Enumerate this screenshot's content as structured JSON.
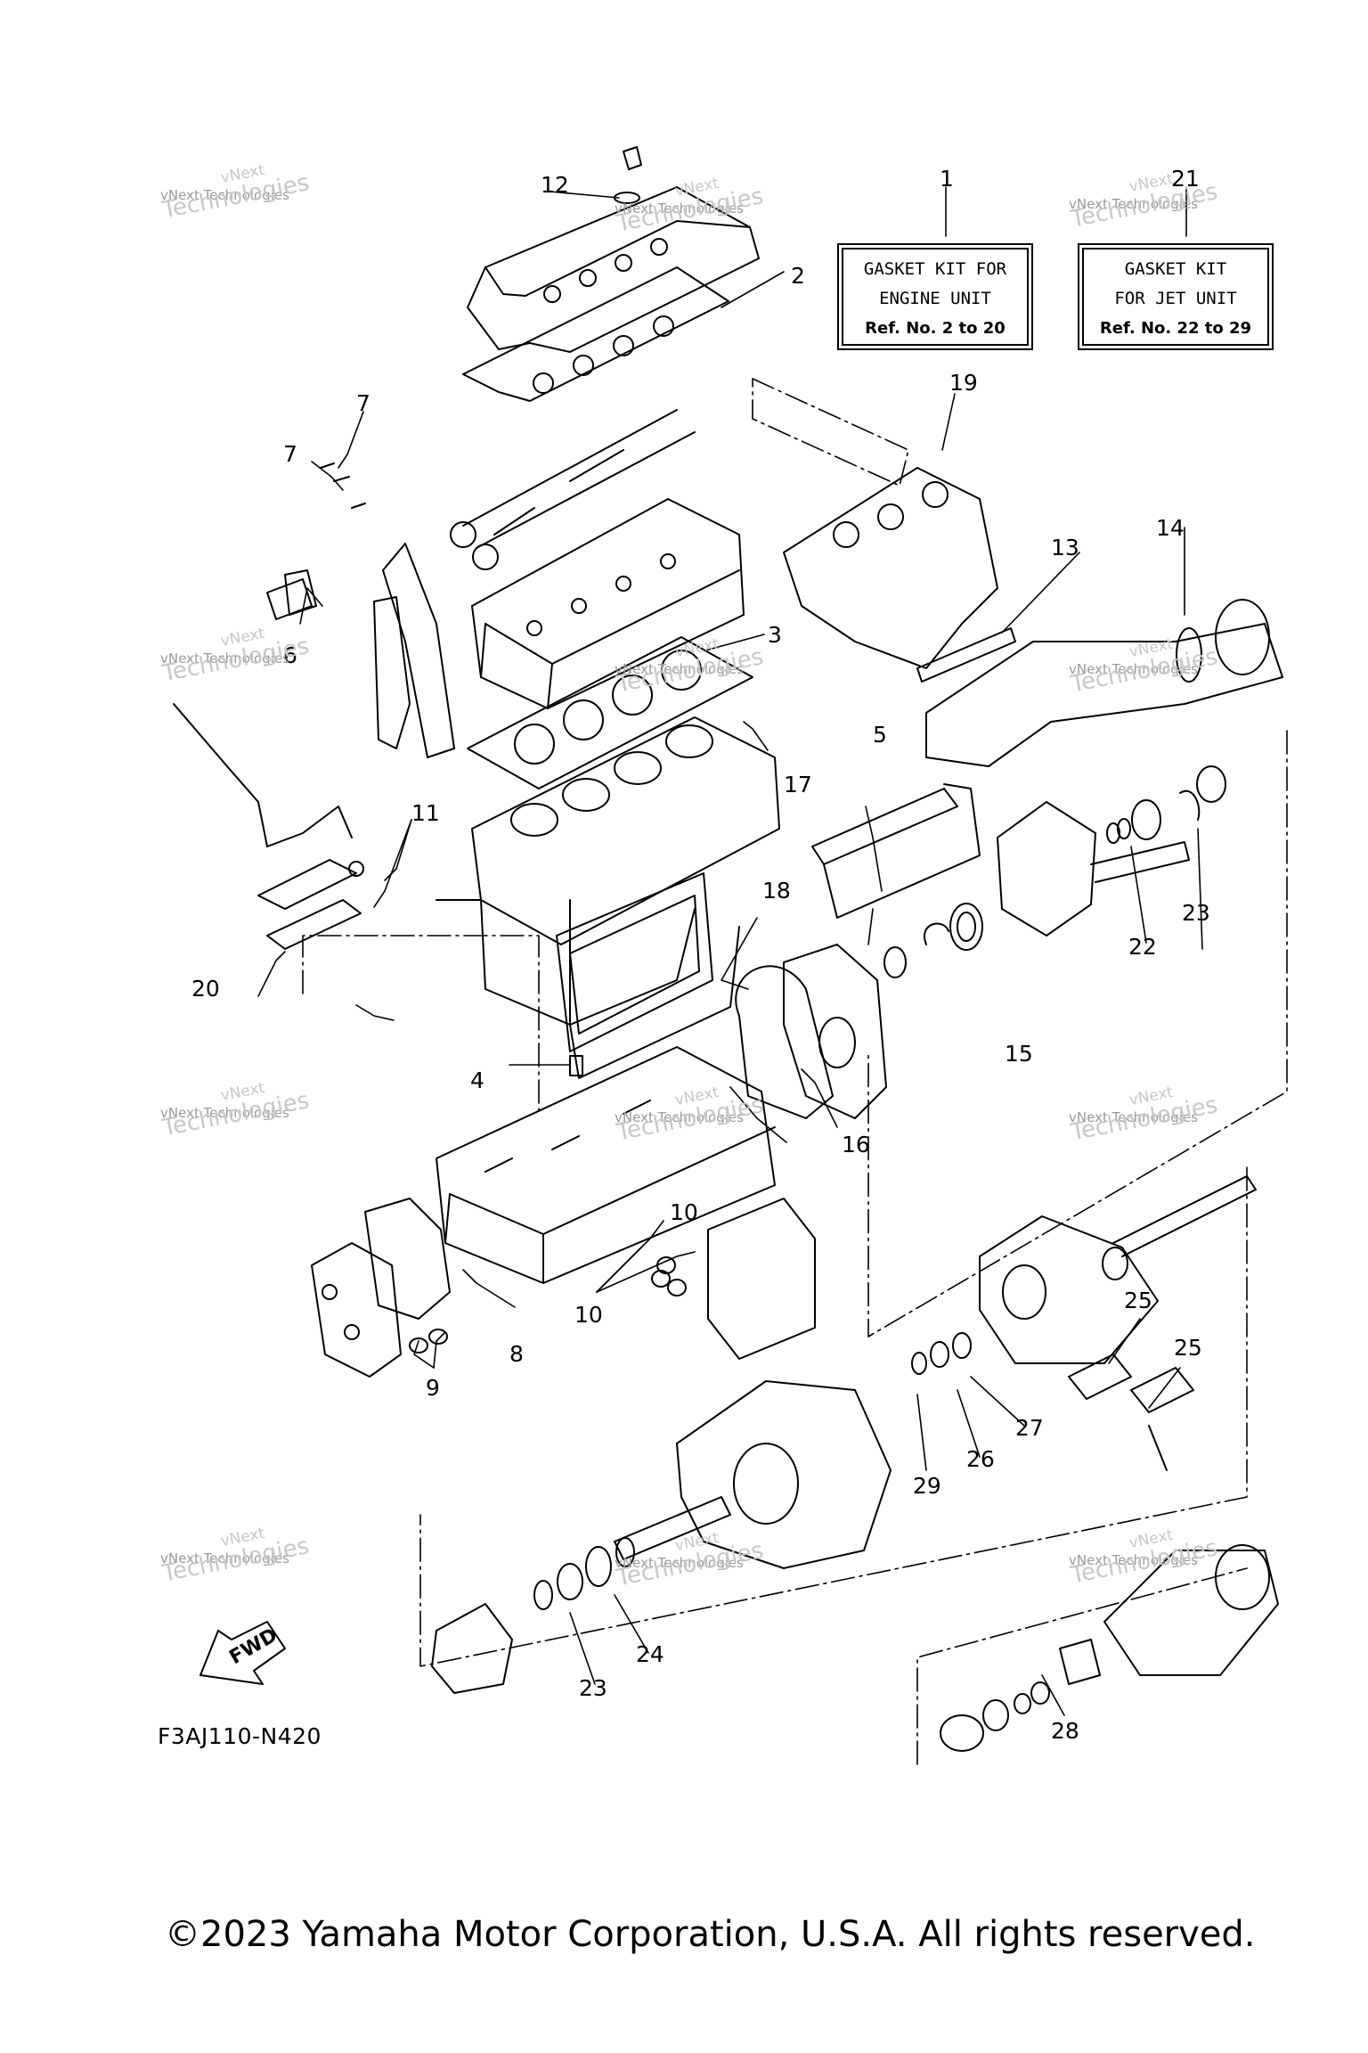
{
  "kits": [
    {
      "ref_no": "1",
      "lines": [
        "GASKET KIT FOR",
        "ENGINE UNIT",
        "Ref. No. 2 to 20"
      ]
    },
    {
      "ref_no": "21",
      "lines": [
        "GASKET KIT",
        "FOR JET UNIT",
        "Ref. No. 22 to 29"
      ]
    }
  ],
  "callouts": [
    "2",
    "3",
    "4",
    "5",
    "6",
    "7",
    "7",
    "8",
    "9",
    "10",
    "10",
    "11",
    "12",
    "13",
    "14",
    "15",
    "16",
    "17",
    "18",
    "19",
    "20",
    "22",
    "23",
    "23",
    "24",
    "25",
    "25",
    "26",
    "27",
    "28",
    "29"
  ],
  "watermark": {
    "line1": "vNext",
    "line2": "vNext Technologies",
    "line3": "Technologies"
  },
  "fwd_label": "FWD",
  "figure_code": "F3AJ110-N420",
  "copyright": "©2023 Yamaha Motor Corporation, U.S.A. All rights reserved."
}
